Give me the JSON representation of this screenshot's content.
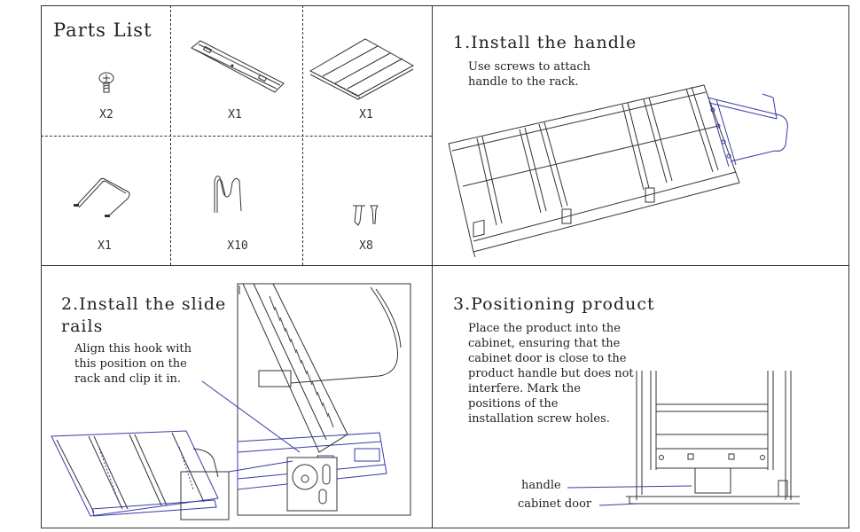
{
  "parts_list": {
    "title": "Parts List",
    "items": [
      {
        "name": "screw",
        "qty": "X2"
      },
      {
        "name": "slide-rail",
        "qty": "X1"
      },
      {
        "name": "rack",
        "qty": "X1"
      },
      {
        "name": "handle",
        "qty": "X1"
      },
      {
        "name": "hook",
        "qty": "X10"
      },
      {
        "name": "anchor-screw",
        "qty": "X8"
      }
    ]
  },
  "step1": {
    "title": "1.Install the handle",
    "desc": "Use screws to attach\nhandle to the rack."
  },
  "step2": {
    "title_line1": "2.Install the slide",
    "title_line2": "rails",
    "desc": "Align this hook with\nthis position on the\nrack and clip it in."
  },
  "step3": {
    "title": "3.Positioning product",
    "desc": "Place the product into the\ncabinet, ensuring that the\ncabinet door is close to the\nproduct handle but does not\ninterfere. Mark the\npositions of the\ninstallation screw holes.",
    "label_handle": "handle",
    "label_door": "cabinet door"
  },
  "colors": {
    "line": "#333333",
    "accent": "#3a3aa8"
  }
}
